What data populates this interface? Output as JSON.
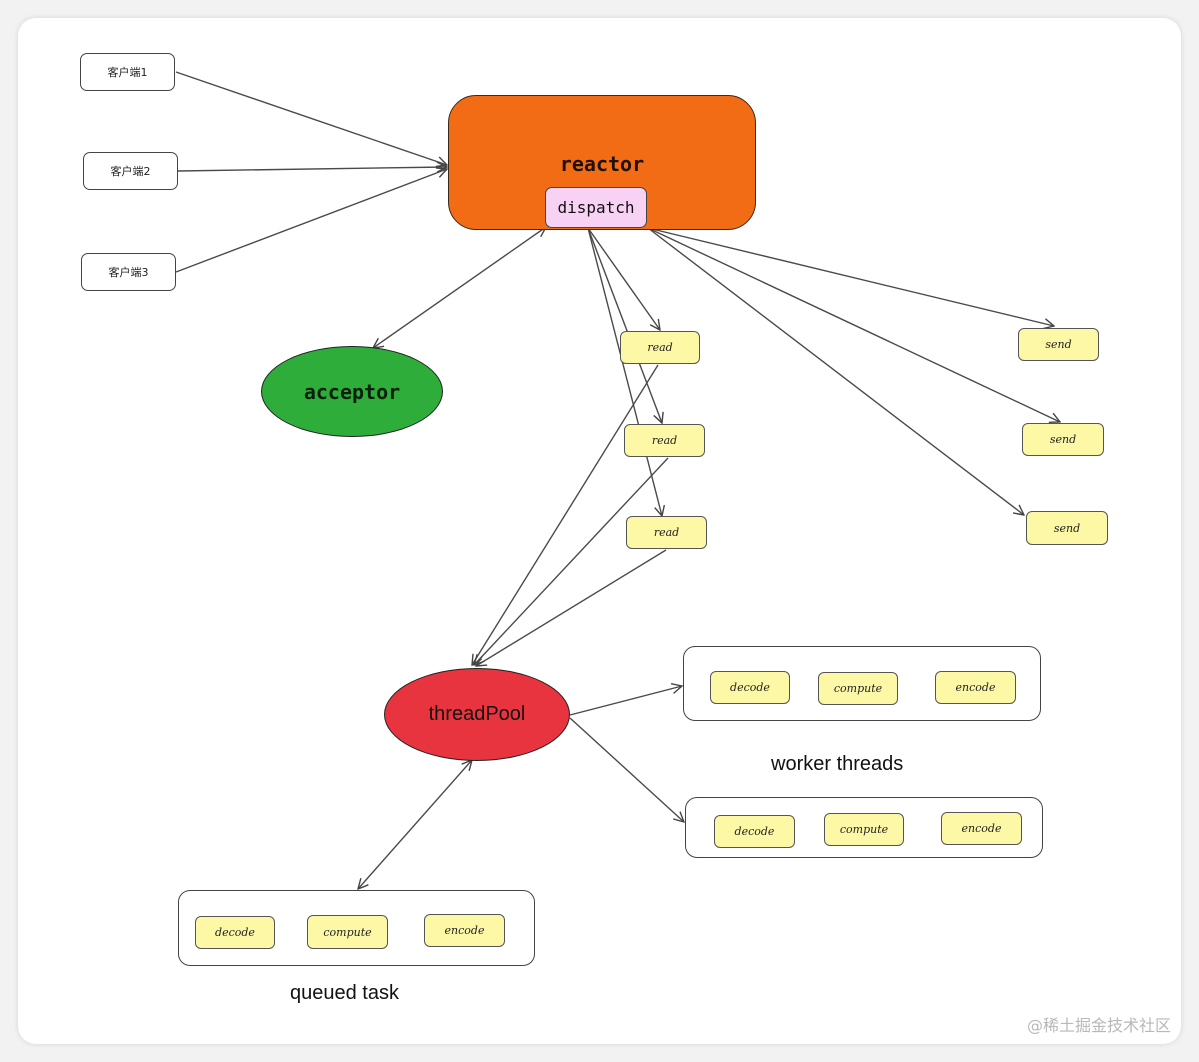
{
  "clients": [
    "客户端1",
    "客户端2",
    "客户端3"
  ],
  "reactor": {
    "label": "reactor",
    "dispatch": "dispatch"
  },
  "acceptor": {
    "label": "acceptor"
  },
  "reads": [
    "read",
    "read",
    "read"
  ],
  "sends": [
    "send",
    "send",
    "send"
  ],
  "thread_pool": {
    "label": "threadPool"
  },
  "worker_threads": {
    "caption": "worker threads",
    "rows": [
      [
        "decode",
        "compute",
        "encode"
      ],
      [
        "decode",
        "compute",
        "encode"
      ]
    ]
  },
  "queued_task": {
    "caption": "queued task",
    "tasks": [
      "decode",
      "compute",
      "encode"
    ]
  },
  "watermark": "@稀土掘金技术社区",
  "colors": {
    "reactor": "#f26b15",
    "dispatch": "#f8d2f4",
    "acceptor": "#2fad3b",
    "thread_pool": "#e8343f",
    "sticky": "#fcf8a6",
    "stroke": "#444444"
  }
}
